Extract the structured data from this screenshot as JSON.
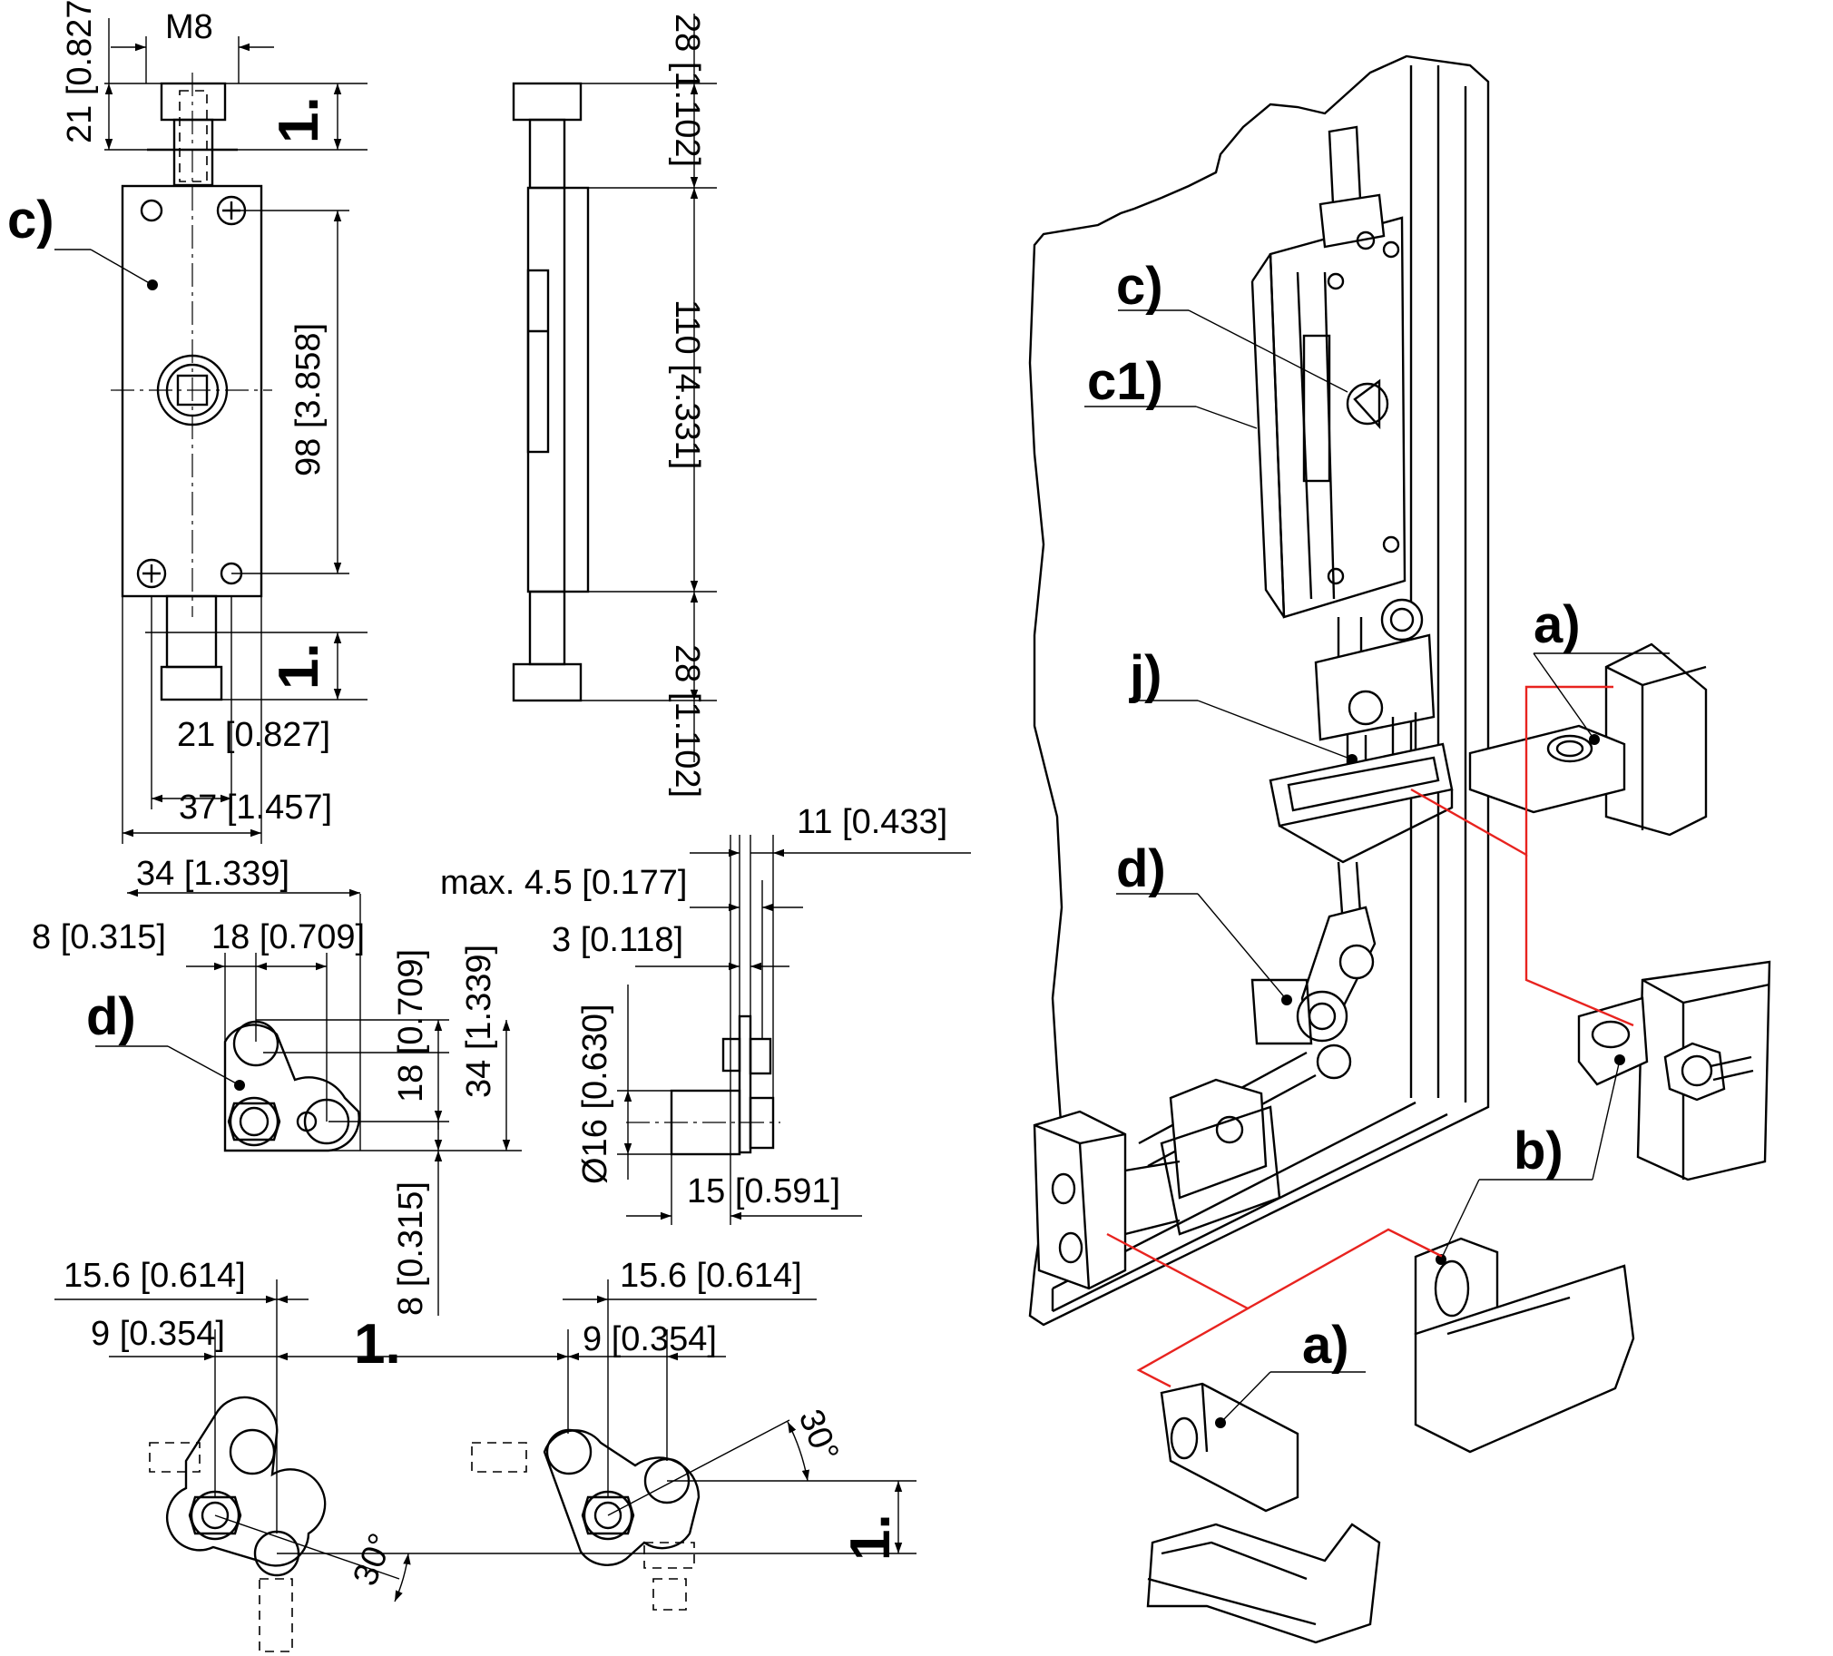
{
  "labels": {
    "c": "c)",
    "c1": "c1)",
    "d": "d)",
    "j": "j)",
    "a": "a)",
    "b": "b)",
    "step": "1."
  },
  "dims": {
    "m8": "M8",
    "d21_0827": "21 [0.827]",
    "d98": "98 [3.858]",
    "d37": "37 [1.457]",
    "d28_top": "28 [1.102]",
    "d110": "110 [4.331]",
    "d28_bot": "28 [1.102]",
    "d34h": "34 [1.339]",
    "d8h": "8 [0.315]",
    "d18h": "18 [0.709]",
    "d18v": "18 [0.709]",
    "d34v": "34 [1.339]",
    "d8v": "8 [0.315]",
    "d11": "11 [0.433]",
    "dmax45": "max. 4.5 [0.177]",
    "d3": "3 [0.118]",
    "d16": "Ø16 [0.630]",
    "d15": "15 [0.591]",
    "d156_left": "15.6 [0.614]",
    "d9_left": "9 [0.354]",
    "d156_right": "15.6 [0.614]",
    "d9_right": "9 [0.354]",
    "ang30_left": "30°",
    "ang30_right": "30°"
  }
}
